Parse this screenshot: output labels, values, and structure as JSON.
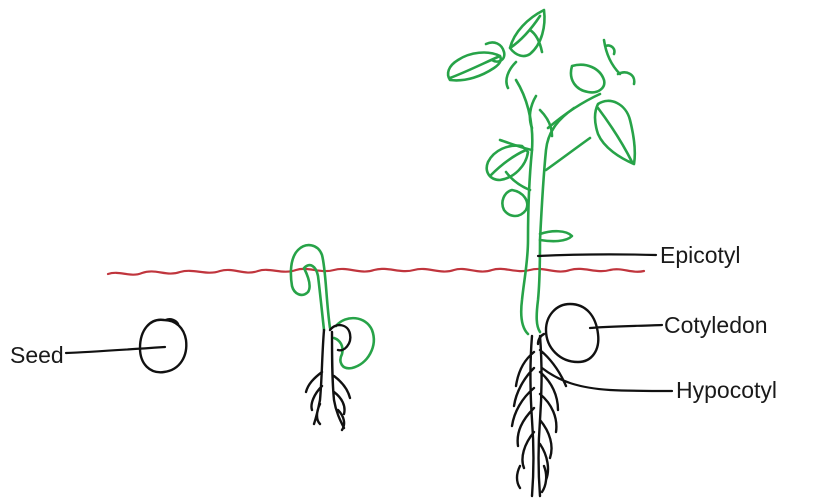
{
  "labels": {
    "seed": "Seed",
    "epicotyl": "Epicotyl",
    "cotyledon": "Cotyledon",
    "hypocotyl": "Hypocotyl"
  },
  "colors": {
    "soil_line": "#c0353d",
    "plant_green": "#27a348",
    "ink": "#111111"
  }
}
